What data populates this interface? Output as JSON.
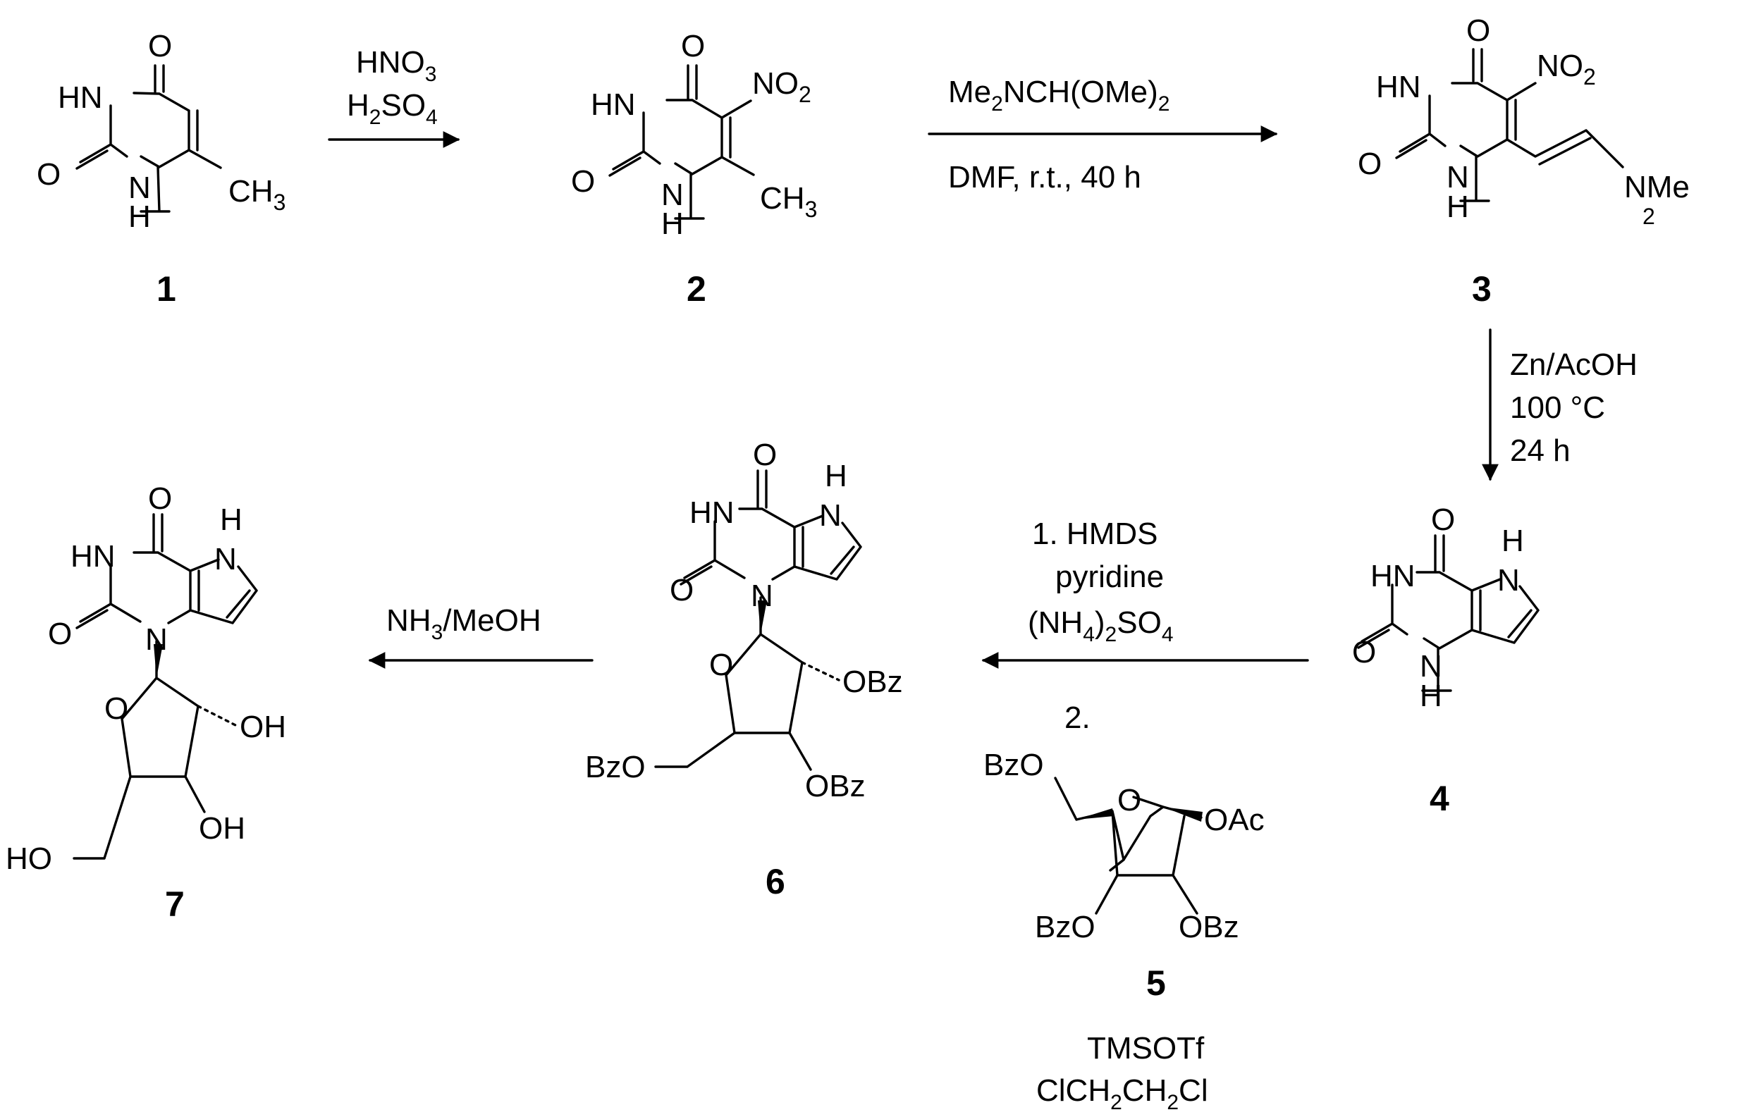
{
  "compounds": {
    "c1": {
      "number": "1",
      "oxo_top": "O",
      "oxo_left": "O",
      "nh_upper": "HN",
      "n_lower": "N",
      "h_lower": "H",
      "methyl": "CH",
      "methyl_sub": "3"
    },
    "c2": {
      "number": "2",
      "oxo_top": "O",
      "oxo_left": "O",
      "nh_upper": "HN",
      "n_lower": "N",
      "h_lower": "H",
      "methyl": "CH",
      "methyl_sub": "3",
      "nitro": "NO",
      "nitro_sub": "2"
    },
    "c3": {
      "number": "3",
      "oxo_top": "O",
      "oxo_left": "O",
      "nh_upper": "HN",
      "n_lower": "N",
      "h_lower": "H",
      "nitro": "NO",
      "nitro_sub": "2",
      "amine": "NMe",
      "amine_sub": "2"
    },
    "c4": {
      "number": "4",
      "oxo_top": "O",
      "oxo_left": "O",
      "nh_upper": "HN",
      "n_lower": "N",
      "h_lower": "H",
      "pyrrole_n": "N",
      "pyrrole_h": "H"
    },
    "c5": {
      "number": "5",
      "bzo_top": "BzO",
      "ring_o": "O",
      "oac": "OAc",
      "bzo_3": "BzO",
      "obz_2": "OBz"
    },
    "c6": {
      "number": "6",
      "oxo_top": "O",
      "oxo_left": "O",
      "nh_upper": "HN",
      "n1": "N",
      "pyrrole_n": "N",
      "pyrrole_h": "H",
      "ring_o": "O",
      "obz_2": "OBz",
      "obz_3": "OBz",
      "bzo_5": "BzO"
    },
    "c7": {
      "number": "7",
      "oxo_top": "O",
      "oxo_left": "O",
      "nh_upper": "HN",
      "n1": "N",
      "pyrrole_n": "N",
      "pyrrole_h": "H",
      "ring_o": "O",
      "oh_2": "OH",
      "oh_3": "OH",
      "ho_5": "HO"
    }
  },
  "reagents": {
    "step1": {
      "line1_main": "HNO",
      "line1_sub": "3",
      "line2_pre": "H",
      "line2_sub1": "2",
      "line2_mid": "SO",
      "line2_sub2": "4"
    },
    "step2": {
      "line1_pre": "Me",
      "line1_sub1": "2",
      "line1_mid": "NCH(OMe)",
      "line1_sub2": "2",
      "line2": "DMF, r.t., 40 h"
    },
    "step3": {
      "line1": "Zn/AcOH",
      "line2": "100 °C",
      "line3": "24 h"
    },
    "step4": {
      "line1": "1. HMDS",
      "line2": "pyridine",
      "line3_pre": "(NH",
      "line3_sub1": "4",
      "line3_mid": ")",
      "line3_sub2": "2",
      "line3_post": "SO",
      "line3_sub3": "4",
      "line4": "2.",
      "line5": "TMSOTf",
      "line6_pre": "ClCH",
      "line6_sub1": "2",
      "line6_mid": "CH",
      "line6_sub2": "2",
      "line6_post": "Cl"
    },
    "step5": {
      "line1_pre": "NH",
      "line1_sub": "3",
      "line1_post": "/MeOH"
    }
  }
}
